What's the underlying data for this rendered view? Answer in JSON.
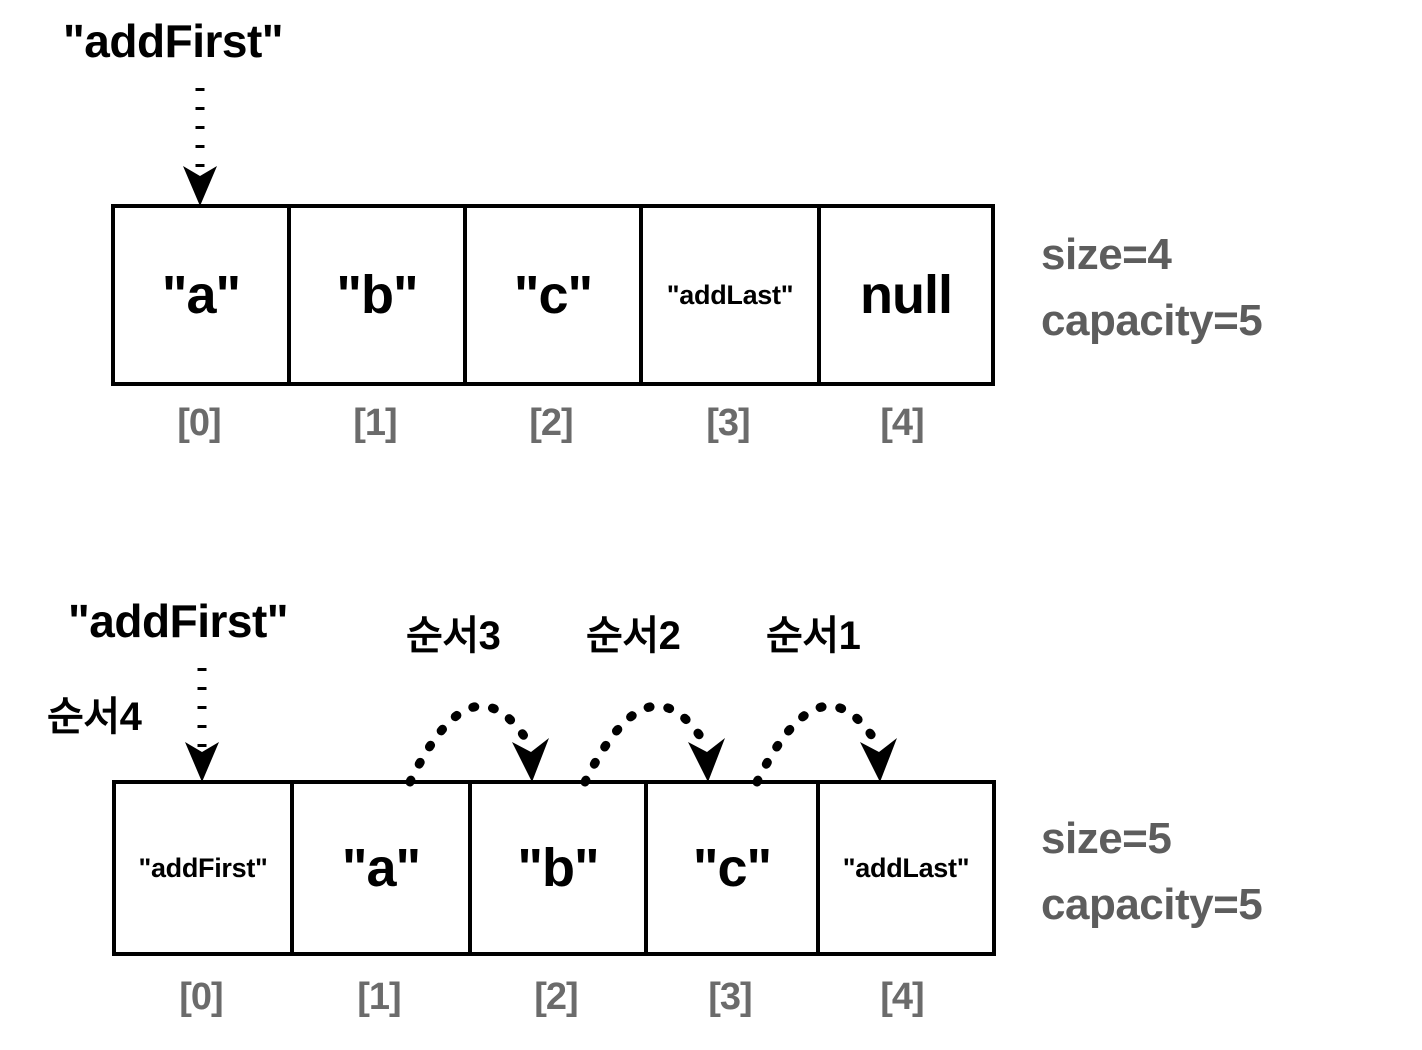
{
  "diagram": {
    "title_top": "\"addFirst\"",
    "title_bottom": "\"addFirst\""
  },
  "top_array": {
    "op_label": "\"addFirst\"",
    "cells": [
      {
        "value": "\"a\"",
        "size": "big"
      },
      {
        "value": "\"b\"",
        "size": "big"
      },
      {
        "value": "\"c\"",
        "size": "big"
      },
      {
        "value": "\"addLast\"",
        "size": "small"
      },
      {
        "value": "null",
        "size": "big"
      }
    ],
    "indices": [
      "[0]",
      "[1]",
      "[2]",
      "[3]",
      "[4]"
    ],
    "stats": {
      "size": "size=4",
      "capacity": "capacity=5"
    }
  },
  "bottom_array": {
    "op_label": "\"addFirst\"",
    "order_label_insert": "순서4",
    "shift_labels": [
      "순서3",
      "순서2",
      "순서1"
    ],
    "cells": [
      {
        "value": "\"addFirst\"",
        "size": "small"
      },
      {
        "value": "\"a\"",
        "size": "big"
      },
      {
        "value": "\"b\"",
        "size": "big"
      },
      {
        "value": "\"c\"",
        "size": "big"
      },
      {
        "value": "\"addLast\"",
        "size": "small"
      }
    ],
    "indices": [
      "[0]",
      "[1]",
      "[2]",
      "[3]",
      "[4]"
    ],
    "stats": {
      "size": "size=5",
      "capacity": "capacity=5"
    }
  },
  "colors": {
    "stroke": "#000000",
    "index_text": "#6b6b6b",
    "stats_text": "#5d5d5d",
    "background": "#ffffff"
  }
}
